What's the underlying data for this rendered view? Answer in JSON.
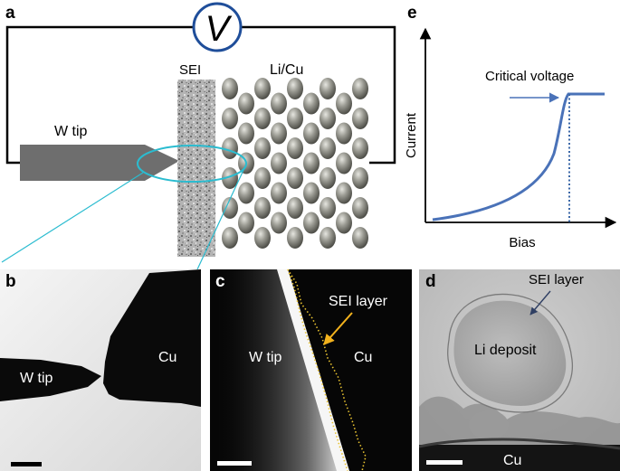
{
  "panels": {
    "a": {
      "letter": "a",
      "voltmeter_symbol": "V",
      "sei_label": "SEI",
      "electrode_label": "Li/Cu",
      "tip_label": "W tip"
    },
    "b": {
      "letter": "b",
      "tip_label": "W tip",
      "substrate_label": "Cu"
    },
    "c": {
      "letter": "c",
      "tip_label": "W tip",
      "substrate_label": "Cu",
      "layer_label": "SEI layer"
    },
    "d": {
      "letter": "d",
      "layer_label": "SEI layer",
      "deposit_label": "Li deposit",
      "substrate_label": "Cu"
    },
    "e": {
      "letter": "e",
      "annotation": "Critical voltage",
      "xlabel": "Bias",
      "ylabel": "Current"
    }
  },
  "colors": {
    "curve": "#4a72b8",
    "highlight": "#2bbcd0",
    "sei_boundary": "#e8c230",
    "arrow_yellow": "#f2b21d",
    "circuit": "#000000",
    "tip": "#6e6e6e"
  }
}
